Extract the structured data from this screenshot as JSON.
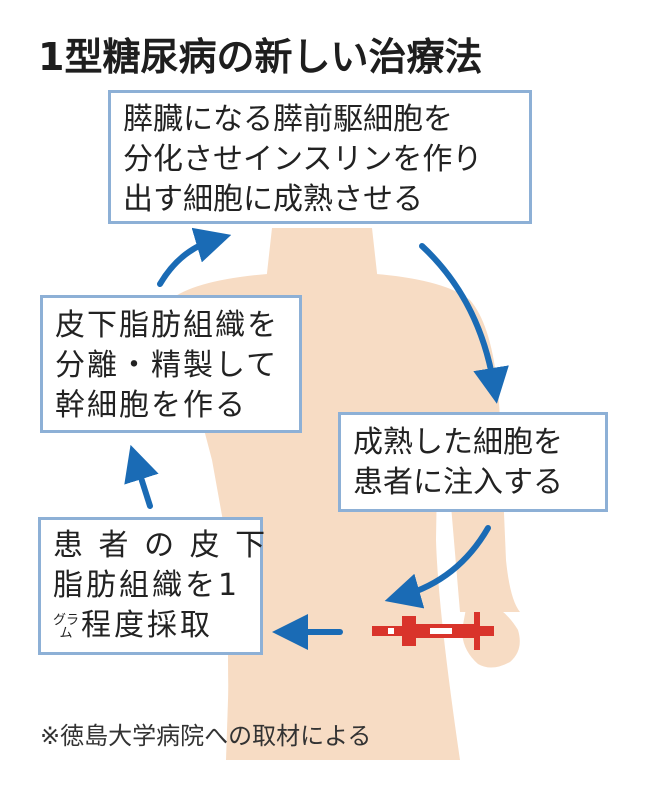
{
  "title": "1型糖尿病の新しい治療法",
  "steps": {
    "extract": {
      "lines": [
        "患 者 の 皮 下",
        "脂肪組織を1",
        "程度採取"
      ],
      "unit_top": "グラ",
      "unit_bottom": "ム"
    },
    "separate": {
      "lines": [
        "皮下脂肪組織を",
        "分離・精製して",
        "幹細胞を作る"
      ]
    },
    "mature": {
      "lines": [
        "膵臓になる膵前駆細胞を",
        "分化させインスリンを作り",
        "出す細胞に成熟させる"
      ]
    },
    "inject": {
      "lines": [
        "成熟した細胞を",
        "患者に注入する"
      ]
    }
  },
  "footnote": "※徳島大学病院への取材による",
  "colors": {
    "box_border": "#8db0d6",
    "arrow": "#1a6bb5",
    "skin": "#f7dcc4",
    "syringe": "#d9342b",
    "title": "#1e1e1e"
  },
  "icons": [
    "human-silhouette",
    "syringe-icon",
    "cycle-arrows"
  ]
}
